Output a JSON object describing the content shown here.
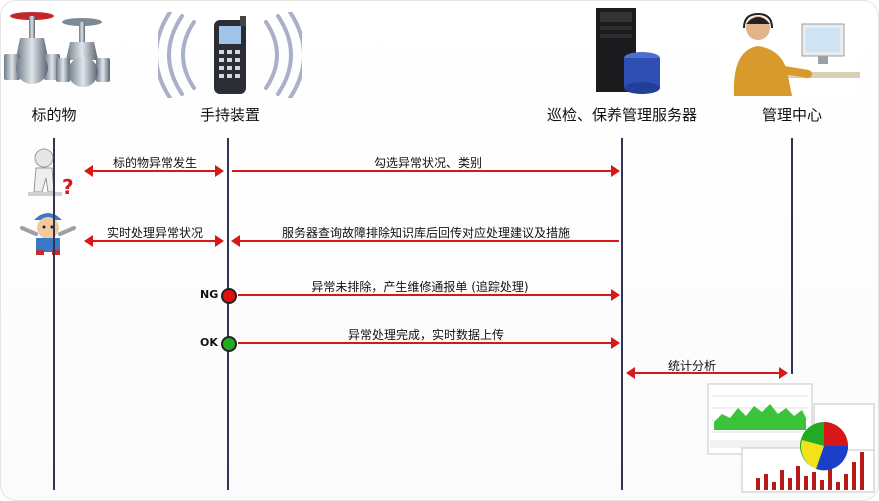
{
  "lanes": {
    "target": "标的物",
    "handheld": "手持装置",
    "server": "巡检、保养管理服务器",
    "center": "管理中心"
  },
  "messages": {
    "m1": "标的物异常发生",
    "m2": "勾选异常状况、类别",
    "m3": "实时处理异常状况",
    "m4": "服务器查询故障排除知识库后回传对应处理建议及措施",
    "m5": "异常未排除，产生维修通报单 (追踪处理)",
    "m6": "异常处理完成，实时数据上传",
    "m7": "统计分析"
  },
  "status": {
    "ng_label": "NG",
    "ok_label": "OK",
    "ng_color": "#e01010",
    "ok_color": "#22aa22"
  },
  "colors": {
    "arrow": "#d81818",
    "lifeline": "#333355"
  },
  "icons": [
    "valve-icon",
    "handheld-device-icon",
    "server-icon",
    "operator-icon",
    "question-figure-icon",
    "worker-figure-icon",
    "report-chart-icon"
  ]
}
